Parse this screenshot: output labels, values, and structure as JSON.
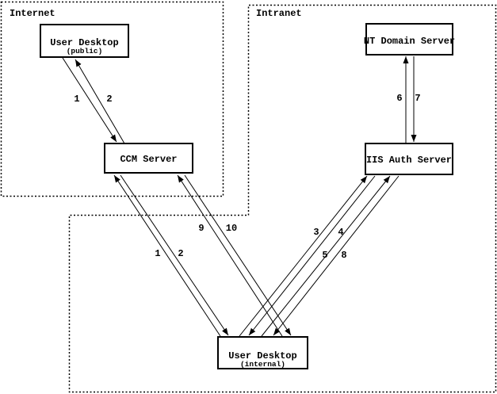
{
  "zones": {
    "internet": {
      "label": "Internet"
    },
    "intranet": {
      "label": "Intranet"
    }
  },
  "nodes": {
    "user_desktop_public": {
      "title": "User Desktop",
      "subtitle": "(public)"
    },
    "ccm_server": {
      "title": "CCM Server"
    },
    "nt_domain_server": {
      "title": "NT Domain Server"
    },
    "iis_auth_server": {
      "title": "IIS Auth Server"
    },
    "user_desktop_internal": {
      "title": "User Desktop",
      "subtitle": "(internal)"
    }
  },
  "arrows": [
    {
      "label": "1",
      "from": "User Desktop (public)",
      "to": "CCM Server"
    },
    {
      "label": "2",
      "from": "CCM Server",
      "to": "User Desktop (public)"
    },
    {
      "label": "1",
      "from": "User Desktop (internal)",
      "to": "CCM Server"
    },
    {
      "label": "2",
      "from": "CCM Server",
      "to": "User Desktop (internal)"
    },
    {
      "label": "9",
      "from": "User Desktop (internal)",
      "to": "CCM Server"
    },
    {
      "label": "10",
      "from": "CCM Server",
      "to": "User Desktop (internal)"
    },
    {
      "label": "3",
      "from": "User Desktop (internal)",
      "to": "IIS Auth Server"
    },
    {
      "label": "4",
      "from": "IIS Auth Server",
      "to": "User Desktop (internal)"
    },
    {
      "label": "5",
      "from": "User Desktop (internal)",
      "to": "IIS Auth Server"
    },
    {
      "label": "8",
      "from": "IIS Auth Server",
      "to": "User Desktop (internal)"
    },
    {
      "label": "6",
      "from": "IIS Auth Server",
      "to": "NT Domain Server"
    },
    {
      "label": "7",
      "from": "NT Domain Server",
      "to": "IIS Auth Server"
    }
  ],
  "colors": {
    "ink": "#000000",
    "background": "#ffffff",
    "box_fill": "#ffffff"
  }
}
